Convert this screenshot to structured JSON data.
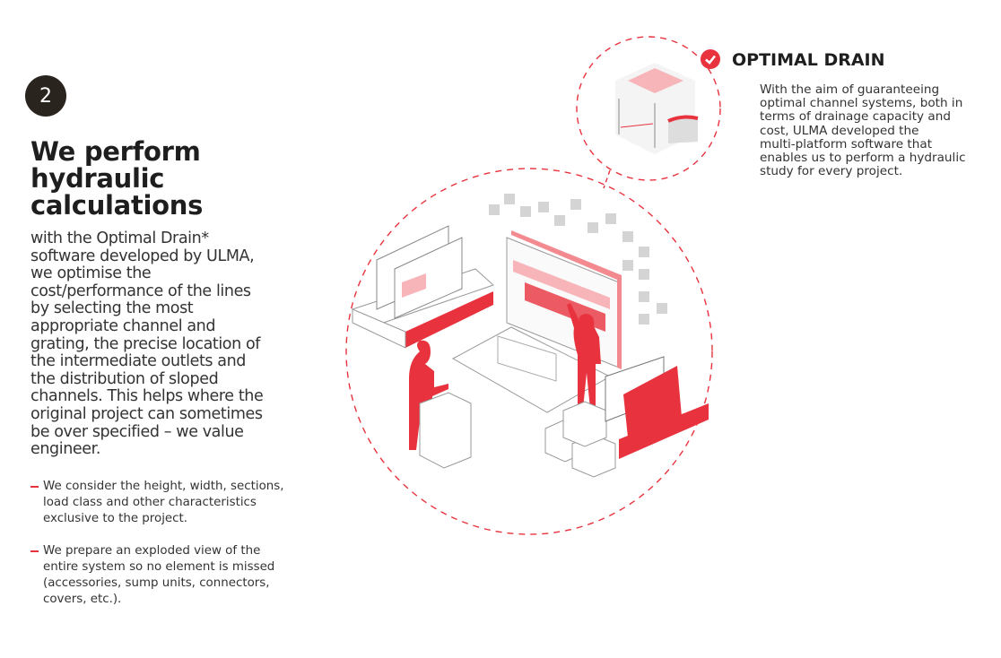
{
  "step_number": "2",
  "heading": "We perform\nhydraulic\ncalculations",
  "body": "with the Optimal Drain*\nsoftware developed by ULMA,\nwe optimise the\ncost/performance of the lines\nby selecting the most\nappropriate channel and\ngrating, the precise location of\nthe intermediate outlets and\nthe distribution of sloped\nchannels.  This helps where the\noriginal project can sometimes\nbe over specified – we value\nengineer.",
  "bullets": [
    {
      "text": "We consider the height, width, sections,\nload class and other characteristics\nexclusive to the project."
    },
    {
      "text": "We prepare an exploded view of the\nentire system so no element is missed\n(accessories, sump units, connectors,\ncovers, etc.)."
    }
  ],
  "optimal_drain": {
    "title": "OPTIMAL DRAIN",
    "icon": "check-circle-icon",
    "description": "With the aim of guaranteeing\noptimal channel systems, both in\nterms of drainage capacity and\ncost, ULMA developed the\nmulti-platform software that\nenables us to perform a hydraulic\nstudy for every project."
  },
  "colors": {
    "accent": "#e8333f",
    "dark": "#2a241f"
  }
}
